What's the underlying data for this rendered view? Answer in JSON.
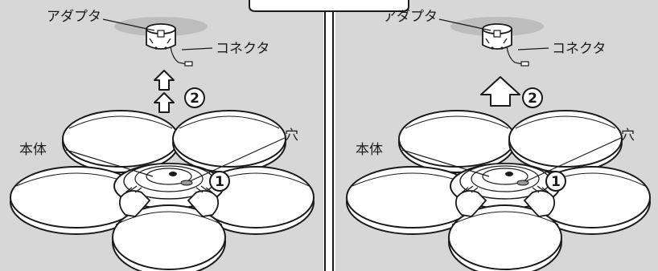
{
  "colors": {
    "panel_bg": "#d7d7d7",
    "line": "#1a1a1a",
    "divider_gray": "#8a8a8a",
    "ceiling_shadow": "#bdbdbd",
    "fill_white": "#ffffff"
  },
  "panels": [
    {
      "adapter_label": "アダプタ",
      "connector_label": "コネクタ",
      "body_label": "本体",
      "hole_label": "穴",
      "step1": "1",
      "step2": "2",
      "arrow_style": "double-small-arrows"
    },
    {
      "adapter_label": "アダプタ",
      "connector_label": "コネクタ",
      "body_label": "本体",
      "hole_label": "穴",
      "step1": "1",
      "step2": "2",
      "arrow_style": "single-large-arrow"
    }
  ]
}
